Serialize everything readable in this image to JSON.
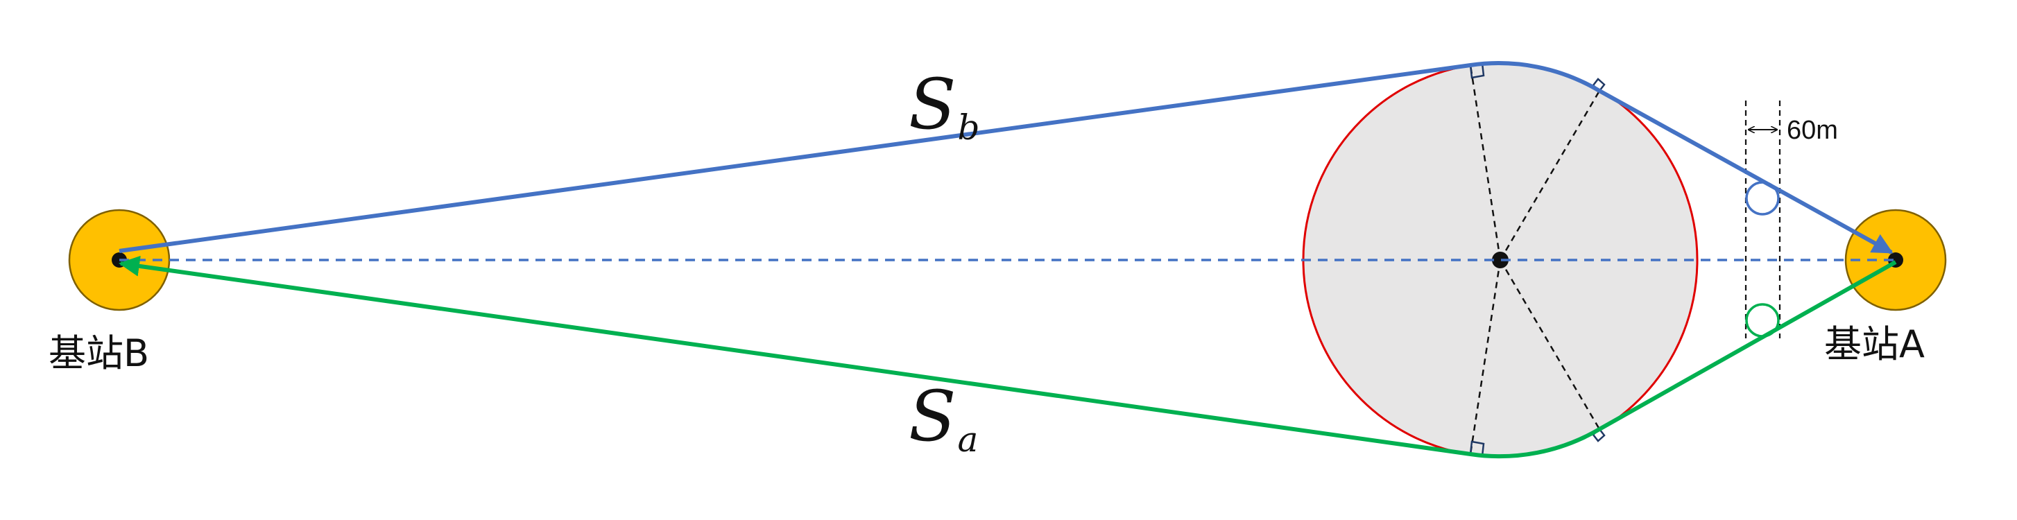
{
  "labels": {
    "station_a": "基站A",
    "station_b": "基站B",
    "distance": "60m",
    "path_b_main": "S",
    "path_b_sub": "b",
    "path_a_main": "S",
    "path_a_sub": "a"
  },
  "colors": {
    "station_fill": "#FFC000",
    "station_stroke": "#7F6000",
    "obstacle_fill": "#E7E6E6",
    "obstacle_stroke": "#E00000",
    "path_b": "#4472C4",
    "path_a": "#00B050",
    "baseline": "#4472C4"
  }
}
